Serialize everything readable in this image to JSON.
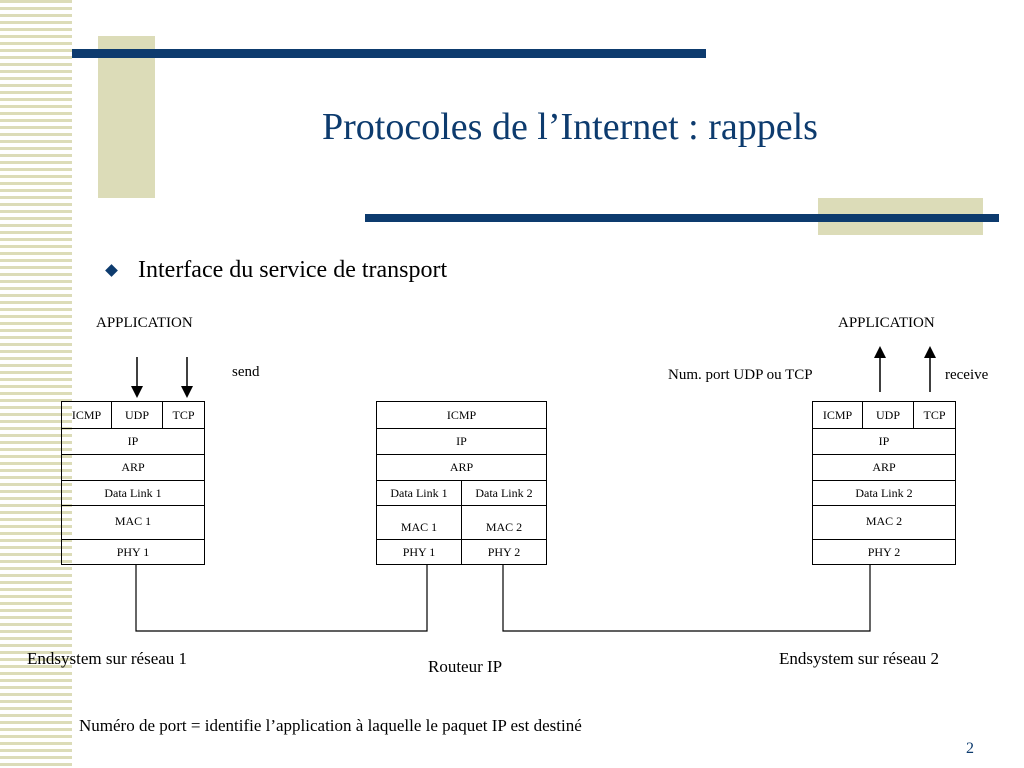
{
  "title": "Protocoles de l’Internet : rappels",
  "bullet": "Interface du service de transport",
  "left": {
    "app_label": "APPLICATION",
    "send_label": "send",
    "transport": [
      "ICMP",
      "UDP",
      "TCP"
    ],
    "ip": "IP",
    "arp": "ARP",
    "datalink": "Data Link  1",
    "mac": "MAC 1",
    "phy": "PHY 1",
    "caption": "Endsystem sur réseau 1"
  },
  "router": {
    "icmp": "ICMP",
    "ip": "IP",
    "arp": "ARP",
    "datalink1": "Data Link  1",
    "datalink2": "Data Link  2",
    "mac1": "MAC 1",
    "mac2": "MAC 2",
    "phy1": "PHY 1",
    "phy2": "PHY 2",
    "caption": "Routeur IP"
  },
  "right": {
    "app_label": "APPLICATION",
    "port_label": "Num. port UDP ou TCP",
    "receive_label": "receive",
    "transport": [
      "ICMP",
      "UDP",
      "TCP"
    ],
    "ip": "IP",
    "arp": "ARP",
    "datalink": "Data Link  2",
    "mac": "MAC 2",
    "phy": "PHY 2",
    "caption": "Endsystem sur réseau 2"
  },
  "footnote": "Numéro de port = identifie l’application à laquelle le paquet IP est destiné",
  "page_number": "2",
  "colors": {
    "accent": "#0d3b6e",
    "deco": "#dcdcb8"
  }
}
